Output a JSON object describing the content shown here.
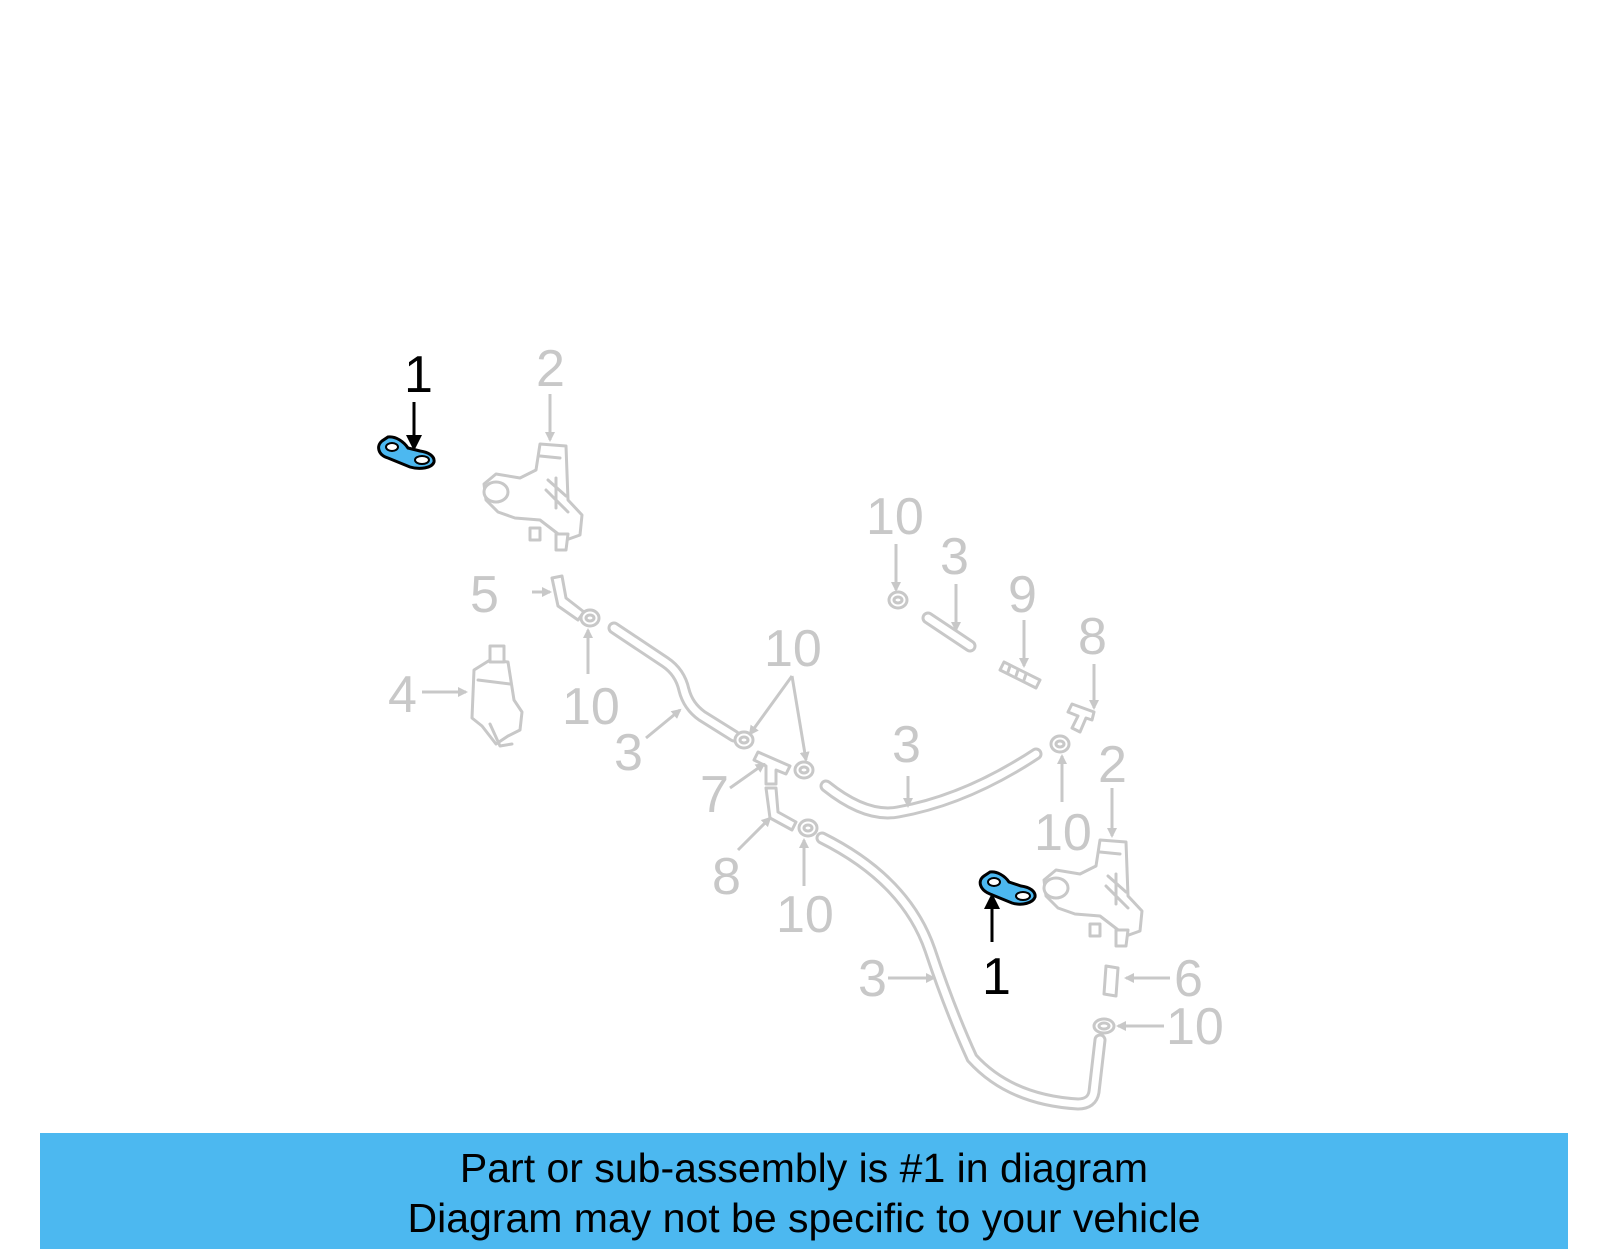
{
  "caption": {
    "line1": "Part or sub-assembly is #1 in diagram",
    "line2": "Diagram may not be specific to your vehicle"
  },
  "colors": {
    "caption_background": "#4cb8f0",
    "highlight_part": "#4cb8f0",
    "inactive_part": "#c8c8c8",
    "active_callout": "#000000"
  },
  "callouts": {
    "c1_top": "1",
    "c1_bottom": "1",
    "c2_top": "2",
    "c2_right": "2",
    "c3_a": "3",
    "c3_b": "3",
    "c3_c": "3",
    "c3_d": "3",
    "c4": "4",
    "c5": "5",
    "c6": "6",
    "c7": "7",
    "c8_left": "8",
    "c8_right": "8",
    "c9": "9",
    "c10_a": "10",
    "c10_b": "10",
    "c10_c": "10",
    "c10_d": "10",
    "c10_e": "10",
    "c10_f": "10"
  }
}
